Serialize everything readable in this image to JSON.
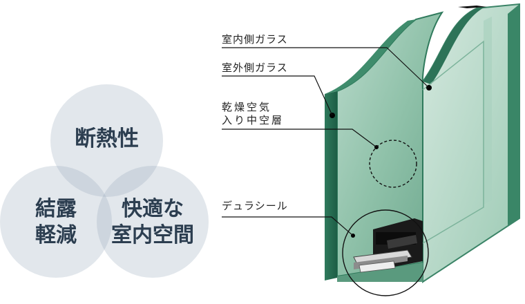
{
  "circles": {
    "top": "断熱性",
    "left": "結露\n軽減",
    "right": "快適な\n室内空間"
  },
  "labels": {
    "inner_glass": "室内側ガラス",
    "outer_glass": "室外側ガラス",
    "dry_air": "乾燥空気\n入り中空層",
    "dura_seal": "デュラシール"
  },
  "colors": {
    "circle_fill": "#cbd5de",
    "circle_text": "#2c3e50",
    "glass_face": "#5f9b82",
    "glass_dark": "#1f5a46",
    "spacer": "#111111"
  }
}
